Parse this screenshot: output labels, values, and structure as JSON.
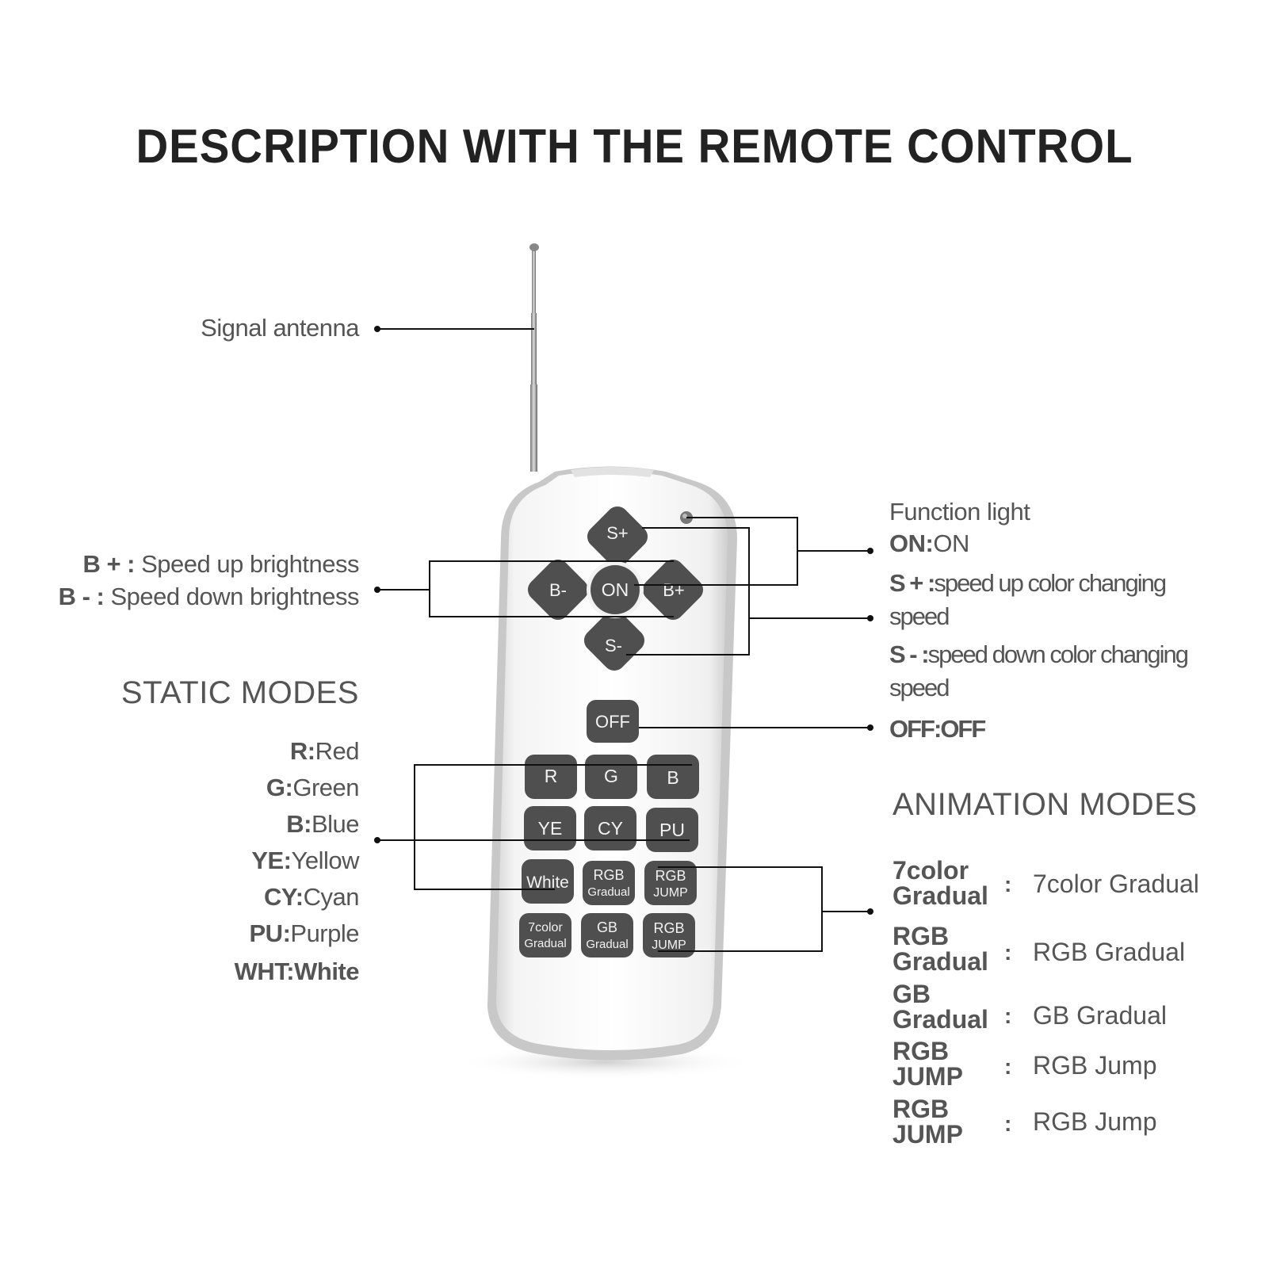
{
  "title": "DESCRIPTION WITH THE REMOTE CONTROL",
  "antenna_label": "Signal antenna",
  "brightness": {
    "b_plus_key": "B + :",
    "b_plus_desc": " Speed up brightness",
    "b_minus_key": "B - :",
    "b_minus_desc": " Speed down brightness"
  },
  "static_modes": {
    "heading": "STATIC MODES",
    "items": [
      {
        "key": "R:",
        "desc": "Red"
      },
      {
        "key": "G:",
        "desc": "Green"
      },
      {
        "key": "B:",
        "desc": "Blue"
      },
      {
        "key": "YE:",
        "desc": "Yellow"
      },
      {
        "key": "CY:",
        "desc": "Cyan"
      },
      {
        "key": "PU:",
        "desc": "Purple"
      },
      {
        "key": "WHT:",
        "desc": "White"
      }
    ]
  },
  "function_light": {
    "heading": "Function light",
    "on_key": "ON:",
    "on_desc": "ON",
    "s_plus_key": "S + :",
    "s_plus_desc": "speed up color changing",
    "s_plus_desc2": "speed",
    "s_minus_key": "S - :",
    "s_minus_desc": "speed down color  changing",
    "s_minus_desc2": "speed",
    "off_key": "OFF:",
    "off_desc": "OFF"
  },
  "animation_modes": {
    "heading": "ANIMATION MODES",
    "items": [
      {
        "name1": "7color",
        "name2": "Gradual",
        "colon": ":",
        "value": "7color Gradual"
      },
      {
        "name1": "RGB",
        "name2": "Gradual",
        "colon": ":",
        "value": "RGB Gradual"
      },
      {
        "name1": "GB",
        "name2": "Gradual",
        "colon": ":",
        "value": "GB Gradual"
      },
      {
        "name1": "RGB",
        "name2": "JUMP",
        "colon": ":",
        "value": "RGB Jump"
      },
      {
        "name1": "RGB",
        "name2": "JUMP",
        "colon": ":",
        "value": "RGB Jump"
      }
    ]
  },
  "remote_buttons": {
    "s_plus": "S+",
    "s_minus": "S-",
    "b_plus": "B+",
    "b_minus": "B-",
    "on": "ON",
    "off": "OFF",
    "r": "R",
    "g": "G",
    "b": "B",
    "ye": "YE",
    "cy": "CY",
    "pu": "PU",
    "white": "White",
    "rgb_gradual_1": "RGB",
    "rgb_gradual_2": "Gradual",
    "rgb_jump_1": "RGB",
    "rgb_jump_2": "JUMP",
    "color7_1": "7color",
    "color7_2": "Gradual",
    "gb_gradual_1": "GB",
    "gb_gradual_2": "Gradual",
    "rgb_jump2_1": "RGB",
    "rgb_jump2_2": "JUMP"
  }
}
